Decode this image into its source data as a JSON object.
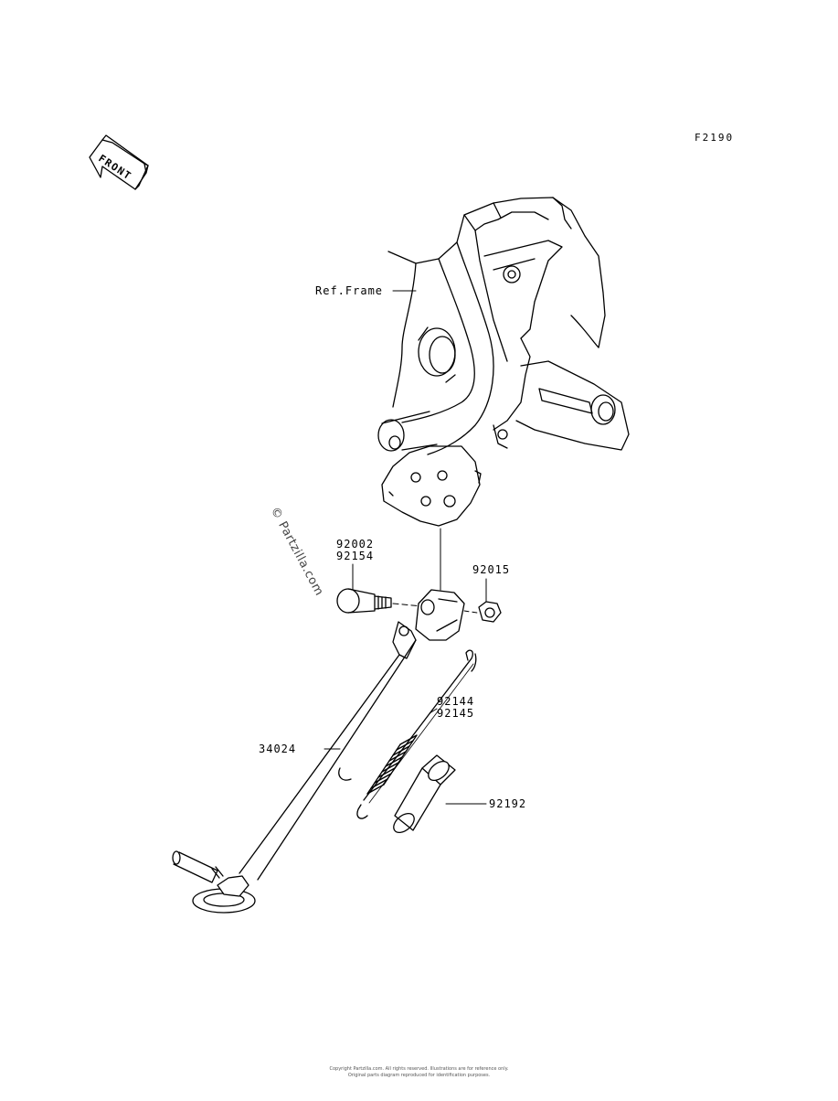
{
  "figure_code": "F2190",
  "front_badge": "FRONT",
  "watermark": "© Partzilla.com",
  "callouts": {
    "ref_frame": "Ref.Frame",
    "p92002": "92002",
    "p92154": "92154",
    "p92015": "92015",
    "p92144": "92144",
    "p92145": "92145",
    "p34024": "34024",
    "p92192": "92192"
  },
  "footer": {
    "line1": "Copyright Partzilla.com. All rights reserved. Illustrations are for reference only.",
    "line2": "Original parts diagram reproduced for identification purposes."
  }
}
